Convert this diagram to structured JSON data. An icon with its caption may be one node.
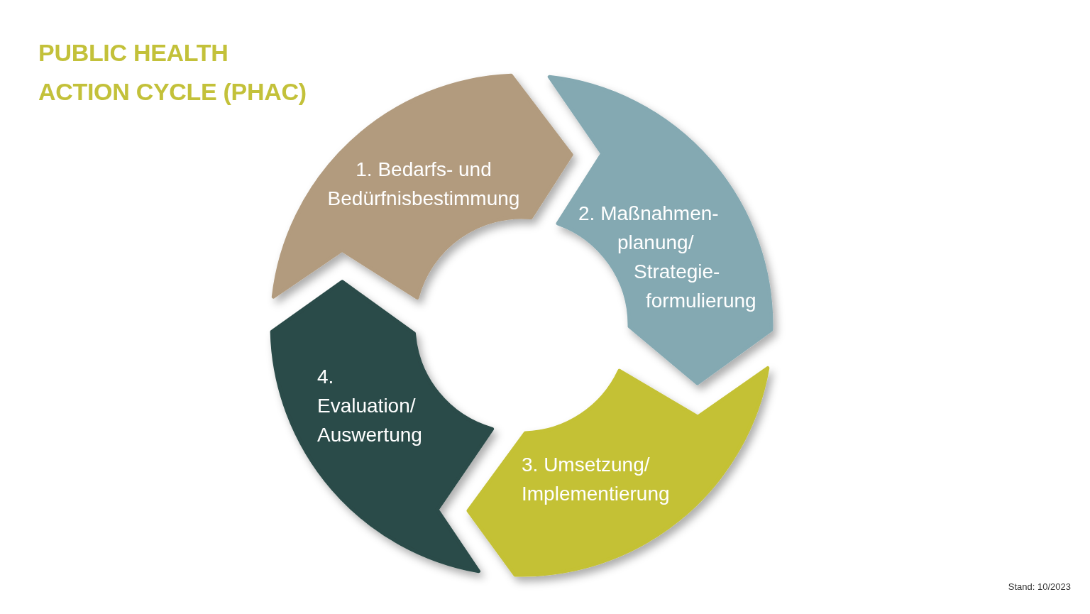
{
  "diagram": {
    "title": "PUBLIC HEALTH ACTION CYCLE (PHAC)",
    "nodes": [
      {
        "text": [
          "1. Bedarfs- und Bedürfnisbestimmung"
        ]
      },
      {
        "text": [
          "2. Maßnahmen- planung/ Strategie- formulierung"
        ]
      },
      {
        "text": [
          "3. Umsetzung/ Implementierung"
        ]
      },
      {
        "text": [
          "4. Evaluation/ Auswertung"
        ]
      }
    ],
    "labels": [
      "Stand: 10/2023"
    ]
  }
}
